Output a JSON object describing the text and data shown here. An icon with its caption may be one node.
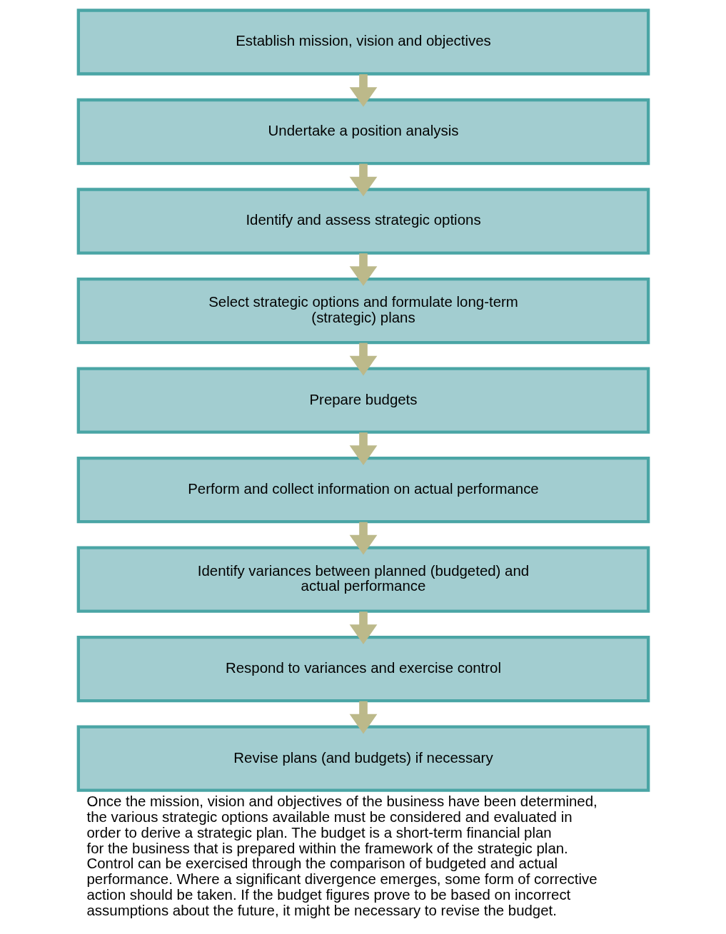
{
  "diagram": {
    "caption": "Once the mission, vision and objectives of the business have been determined, the various strategic options available must be considered and evaluated in order to derive a strategic plan. The budget is a short-term financial plan for the business that is prepared within the framework of the strategic plan. Control can be exercised through the comparison of budgeted and actual performance. Where a significant divergence emerges, some form of corrective action should be taken. If the budget figures prove to be based on incorrect assumptions about the future, it might be necessary to revise the budget.",
    "nodes": [
      {
        "text": [
          "Establish mission, vision and objectives"
        ]
      },
      {
        "text": [
          "Undertake a position analysis"
        ]
      },
      {
        "text": [
          "Identify and assess strategic options"
        ]
      },
      {
        "text": [
          "Select strategic options and formulate long-term (strategic) plans"
        ]
      },
      {
        "text": [
          "Prepare budgets"
        ]
      },
      {
        "text": [
          "Perform and collect information on actual performance"
        ]
      },
      {
        "text": [
          "Identify variances between planned (budgeted) and actual performance"
        ]
      },
      {
        "text": [
          "Respond to variances and exercise control"
        ]
      },
      {
        "text": [
          "Revise plans (and budgets) if necessary"
        ]
      }
    ],
    "edges": [
      {
        "from": 0,
        "to": 1,
        "arrow": "to"
      },
      {
        "from": 1,
        "to": 2,
        "arrow": "to"
      },
      {
        "from": 2,
        "to": 3,
        "arrow": "to"
      },
      {
        "from": 3,
        "to": 4,
        "arrow": "to"
      },
      {
        "from": 4,
        "to": 5,
        "arrow": "to"
      },
      {
        "from": 5,
        "to": 6,
        "arrow": "to"
      },
      {
        "from": 6,
        "to": 7,
        "arrow": "to"
      },
      {
        "from": 7,
        "to": 8,
        "arrow": "to"
      }
    ]
  }
}
